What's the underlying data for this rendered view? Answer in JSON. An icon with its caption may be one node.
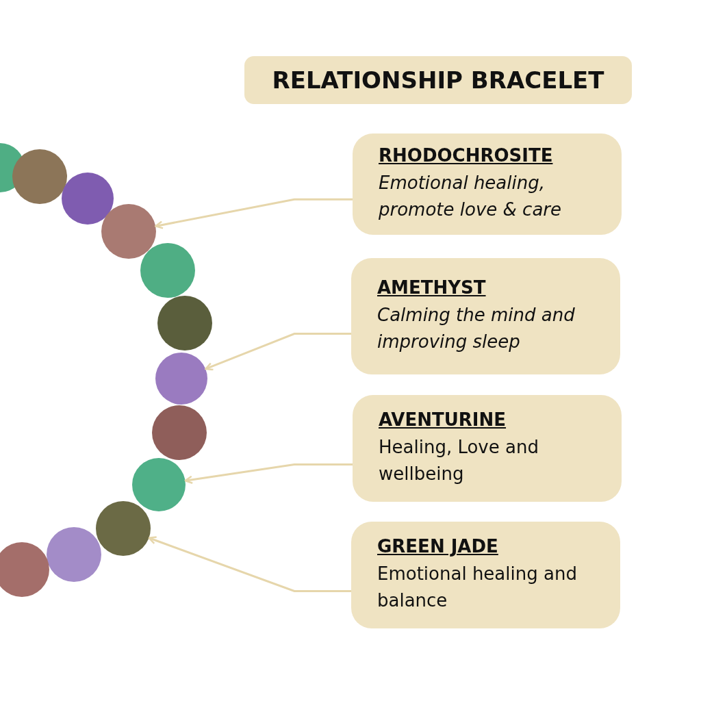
{
  "diagram": {
    "title": "RELATIONSHIP BRACELET",
    "nodes": [
      {
        "text": [
          "RHODOCHROSITE",
          "Emotional healing, promote love & care"
        ]
      },
      {
        "text": [
          "AMETHYST",
          "Calming the mind and improving sleep"
        ]
      },
      {
        "text": [
          "AVENTURINE",
          "Healing, Love and wellbeing"
        ]
      },
      {
        "text": [
          "GREEN JADE",
          "Emotional healing and balance"
        ]
      },
      {
        "text": [],
        "shape": "circle"
      },
      {
        "text": [],
        "shape": "circle"
      },
      {
        "text": [],
        "shape": "circle"
      },
      {
        "text": [],
        "shape": "circle"
      }
    ],
    "edges": [
      {
        "from": 0,
        "to": 4,
        "arrow": "to"
      },
      {
        "from": 1,
        "to": 5,
        "arrow": "to"
      },
      {
        "from": 2,
        "to": 6,
        "arrow": "to"
      },
      {
        "from": 3,
        "to": 7,
        "arrow": "to"
      }
    ]
  }
}
